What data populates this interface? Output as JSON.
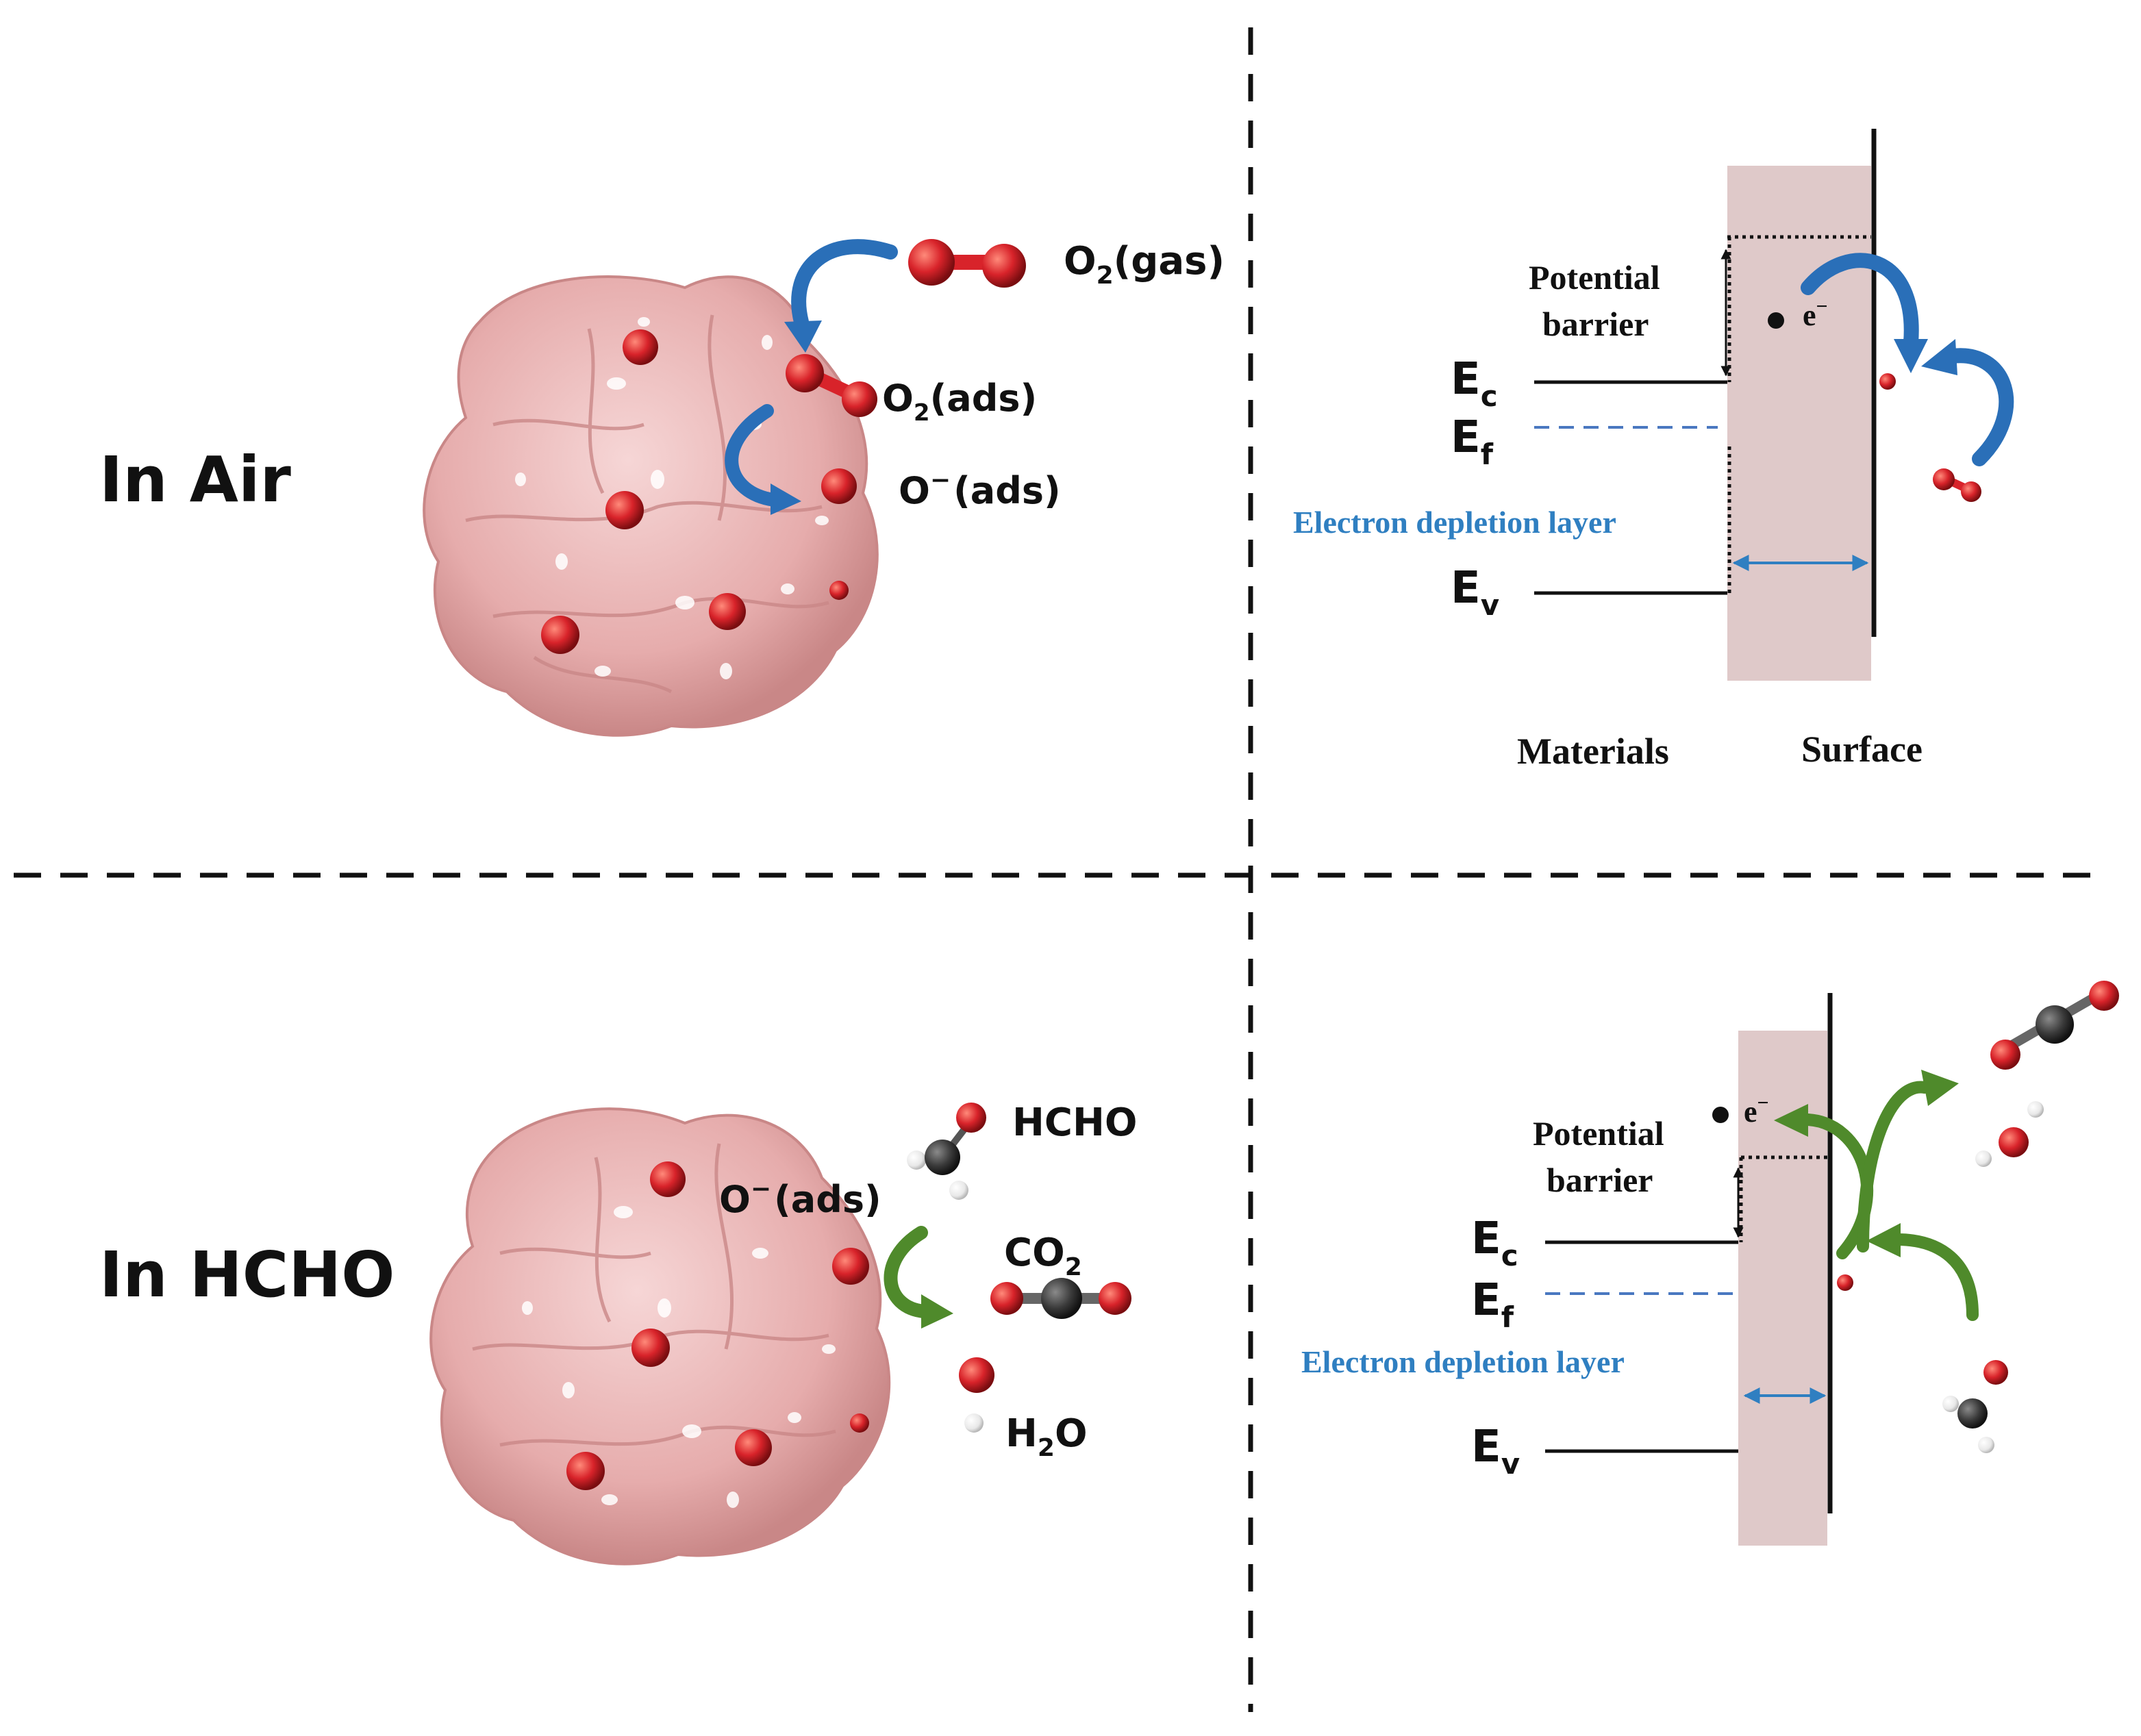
{
  "panels": {
    "air": {
      "label": "In Air",
      "o2_gas_main": "O",
      "o2_gas_sub": "2",
      "o2_gas_tail": "(gas)",
      "o2_ads_main": "O",
      "o2_ads_sub": "2",
      "o2_ads_tail": "(ads)",
      "o_ads_main": "O",
      "o_ads_sup": "−",
      "o_ads_tail": "(ads)"
    },
    "hcho": {
      "label": "In HCHO",
      "hcho_label": "HCHO",
      "o_ads_main": "O",
      "o_ads_sup": "−",
      "o_ads_tail": "(ads)",
      "co2_main": "CO",
      "co2_sub": "2",
      "h2o_main1": "H",
      "h2o_sub": "2",
      "h2o_main2": "O"
    }
  },
  "band_air": {
    "barrier_line1": "Potential",
    "barrier_line2": "barrier",
    "electron": "e",
    "electron_sup": "−",
    "ec_main": "E",
    "ec_sub": "c",
    "ef_main": "E",
    "ef_sub": "f",
    "ev_main": "E",
    "ev_sub": "v",
    "depletion": "Electron depletion layer",
    "materials": "Materials",
    "surface": "Surface"
  },
  "band_hcho": {
    "barrier_line1": "Potential",
    "barrier_line2": "barrier",
    "electron": "e",
    "electron_sup": "−",
    "ec_main": "E",
    "ec_sub": "c",
    "ef_main": "E",
    "ef_sub": "f",
    "ev_main": "E",
    "ev_sub": "v",
    "depletion": "Electron depletion layer"
  },
  "colors": {
    "oxygen": "#d8232a",
    "carbon": "#3a3a3a",
    "hydrogen": "#f0f0f0",
    "particle": "#e9b4b4",
    "band_fill": "#dfc9c9",
    "arrow_blue": "#2a6fb8",
    "arrow_green": "#4f8a2b",
    "depletion_text": "#2f7fc1"
  }
}
